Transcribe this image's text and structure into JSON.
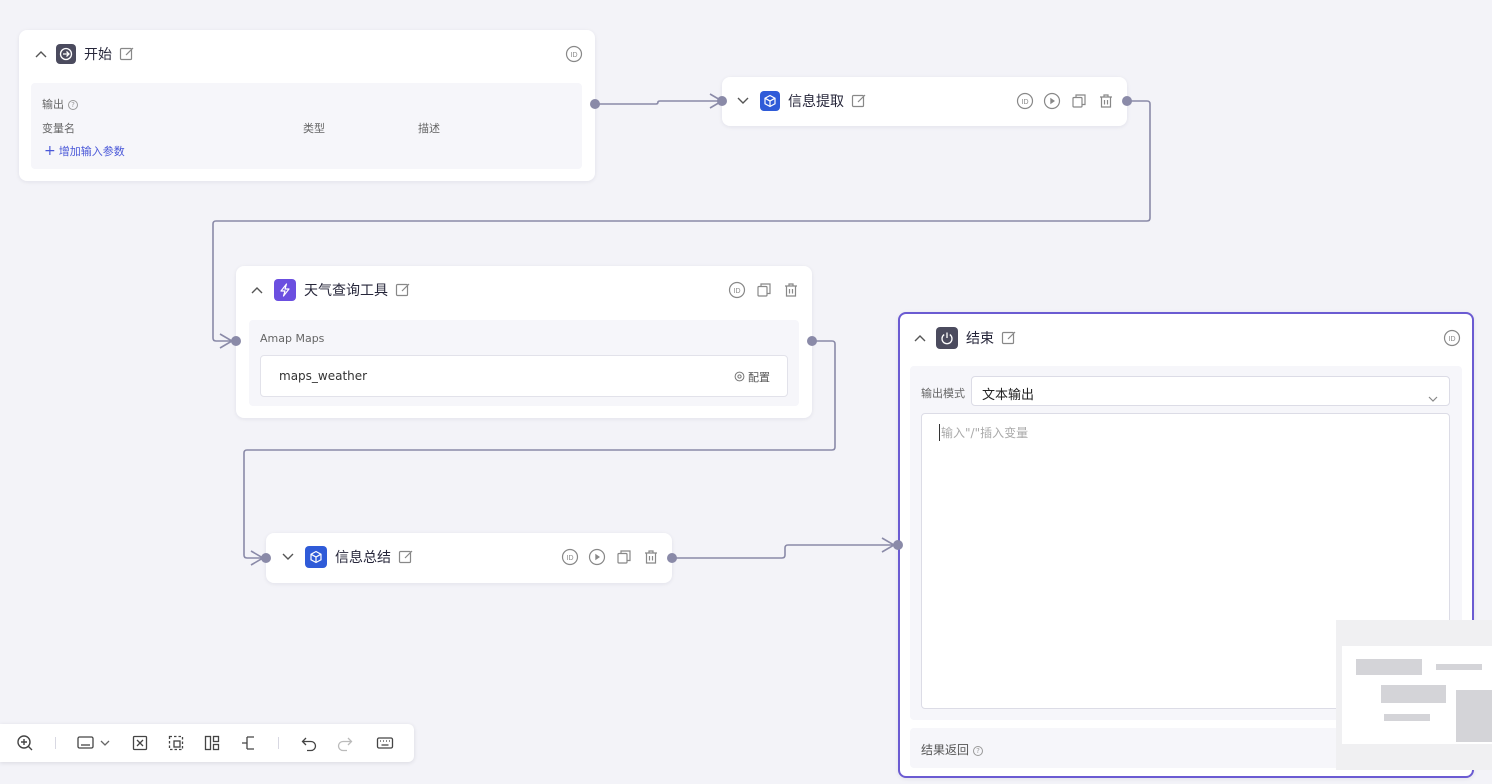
{
  "nodes": {
    "start": {
      "title": "开始",
      "output_label": "输出",
      "columns": [
        "变量名",
        "类型",
        "描述"
      ],
      "add_param": "增加输入参数"
    },
    "extract": {
      "title": "信息提取"
    },
    "weather": {
      "title": "天气查询工具",
      "provider": "Amap Maps",
      "tool_name": "maps_weather",
      "config_label": "配置"
    },
    "summary": {
      "title": "信息总结"
    },
    "end": {
      "title": "结束",
      "mode_label": "输出模式",
      "mode_value": "文本输出",
      "input_placeholder": "输入\"/\"插入变量",
      "result_return": "结果返回"
    }
  },
  "icons": {
    "start": "login-arrow-icon",
    "llm": "cube-icon",
    "tool": "lightning-icon",
    "end": "power-icon"
  },
  "colors": {
    "accent": "#6b5bd2",
    "llm_icon": "#2f5bd8",
    "tool_icon": "#6b4fe0",
    "dark_icon": "#4b4b5e",
    "edge": "#8a8aa8",
    "link": "#4a58d8"
  }
}
